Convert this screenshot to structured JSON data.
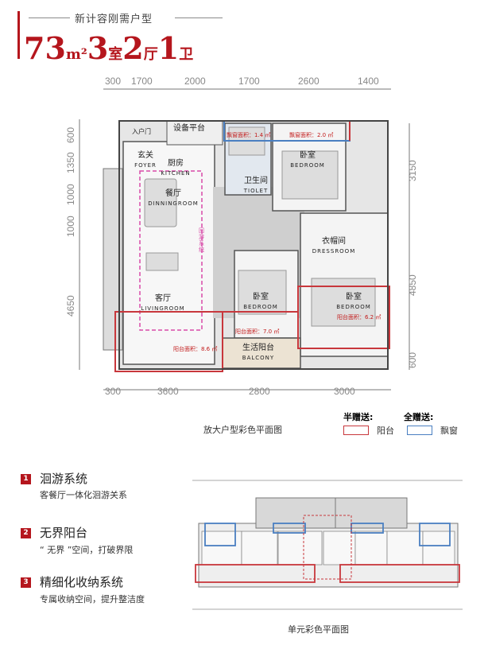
{
  "header": {
    "subtitle": "新计容刚需户型",
    "area_num": "73",
    "area_unit": "m²",
    "rooms_num": "3",
    "rooms_unit": "室",
    "halls_num": "2",
    "halls_unit": "厅",
    "baths_num": "1",
    "baths_unit": "卫"
  },
  "dims": {
    "top": [
      "300",
      "1700",
      "2000",
      "1700",
      "2600",
      "1400"
    ],
    "bottom": [
      "300",
      "3600",
      "2800",
      "3000"
    ],
    "left": [
      "600",
      "1350",
      "1000",
      "1000",
      "4650"
    ],
    "right": [
      "3150",
      "4850",
      "600"
    ]
  },
  "rooms": {
    "entry": "入户门",
    "equip": "设备平台",
    "foyer_cn": "玄关",
    "foyer_en": "FOYER",
    "kitchen_cn": "厨房",
    "kitchen_en": "KITCHEN",
    "dining_cn": "餐厅",
    "dining_en": "DINNINGROOM",
    "living_cn": "客厅",
    "living_en": "LIVINGROOM",
    "toilet_cn": "卫生间",
    "toilet_en": "TIOLET",
    "bed1_cn": "卧室",
    "bed1_en": "BEDROOM",
    "bed2_cn": "卧室",
    "bed2_en": "BEDROOM",
    "bed3_cn": "卧室",
    "bed3_en": "BEDROOM",
    "dress_cn": "衣帽间",
    "dress_en": "DRESSROOM",
    "balcony_cn": "生活阳台",
    "balcony_en": "BALCONY",
    "circ": "回游系统"
  },
  "areas": {
    "bay1": "飘窗面积：1.4 ㎡",
    "bay2": "飘窗面积：2.0 ㎡",
    "bal1": "阳台面积：8.6 ㎡",
    "bal2": "阳台面积：7.0 ㎡",
    "bal3": "阳台面积：6.2 ㎡"
  },
  "legend": {
    "caption": "放大户型彩色平面图",
    "half_label": "半赠送:",
    "full_label": "全赠送:",
    "balcony": "阳台",
    "bay": "飘窗",
    "red": "#c8373c",
    "blue": "#4a7fc1"
  },
  "features": [
    {
      "num": "1",
      "title": "洄游系统",
      "desc": "客餐厅一体化洄游关系"
    },
    {
      "num": "2",
      "title": "无界阳台",
      "desc": "“ 无界 ”空间，打破界限"
    },
    {
      "num": "3",
      "title": "精细化收纳系统",
      "desc": "专属收纳空间，提升整洁度"
    }
  ],
  "unit_caption": "单元彩色平面图"
}
